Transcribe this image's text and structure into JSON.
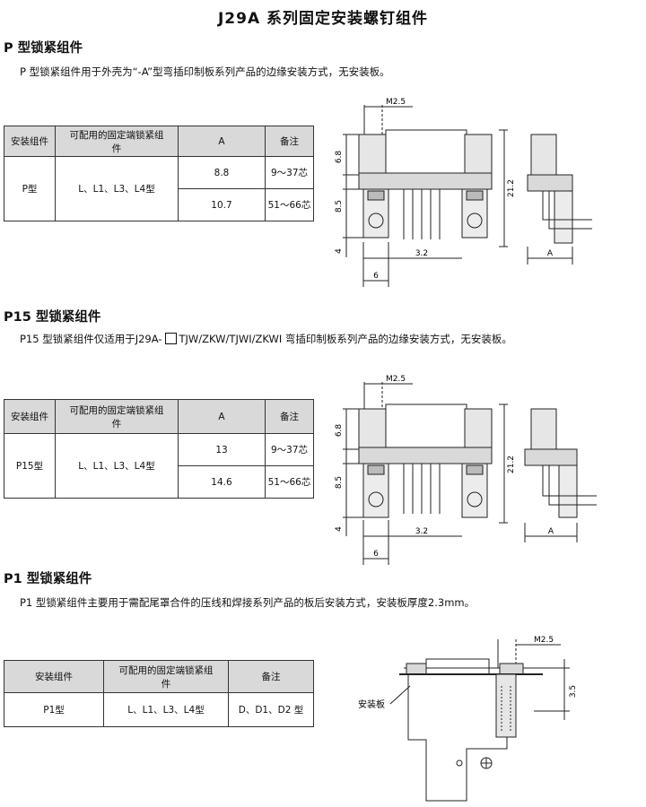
{
  "title": "J29A  系列固定安装螺钉组件",
  "sections": [
    {
      "heading": "P 型锁紧组件",
      "desc": "P 型锁紧组件用于外壳为“-A”型弯插印制板系列产品的边缘安装方式，无安装板。",
      "table": {
        "headers": [
          "安装组件",
          "可配用的固定端锁紧组件",
          "A",
          "备注"
        ],
        "name": "P型",
        "compatible": "L、L1、L3、L4型",
        "rows": [
          {
            "a": "8.8",
            "note": "9～37芯"
          },
          {
            "a": "10.7",
            "note": "51～66芯"
          }
        ]
      },
      "drawing": {
        "m": "M2.5",
        "d1": "6.8",
        "d2": "8.5",
        "d3": "4",
        "d4": "21.2",
        "d5": "3.2",
        "d6": "6",
        "a": "A"
      }
    },
    {
      "heading": "P15 型锁紧组件",
      "desc_pre": "P15 型锁紧组件仅适用于J29A-",
      "desc_post": "TJW/ZKW/TJWI/ZKWI 弯插印制板系列产品的边缘安装方式，无安装板。",
      "table": {
        "headers": [
          "安装组件",
          "可配用的固定端锁紧组件",
          "A",
          "备注"
        ],
        "name": "P15型",
        "compatible": "L、L1、L3、L4型",
        "rows": [
          {
            "a": "13",
            "note": "9～37芯"
          },
          {
            "a": "14.6",
            "note": "51～66芯"
          }
        ]
      },
      "drawing": {
        "m": "M2.5",
        "d1": "6.8",
        "d2": "8.5",
        "d3": "4",
        "d4": "21.2",
        "d5": "3.2",
        "d6": "6",
        "a": "A"
      }
    },
    {
      "heading": "P1 型锁紧组件",
      "desc": "P1 型锁紧组件主要用于需配尾罩合件的压线和焊接系列产品的板后安装方式，安装板厚度2.3mm。",
      "table": {
        "headers": [
          "安装组件",
          "可配用的固定端锁紧组件",
          "备注"
        ],
        "name": "P1型",
        "compatible": "L、L1、L3、L4型",
        "note": "D、D1、D2 型"
      },
      "drawing": {
        "m": "M2.5",
        "d1": "3.5",
        "plate": "安装板"
      }
    }
  ]
}
